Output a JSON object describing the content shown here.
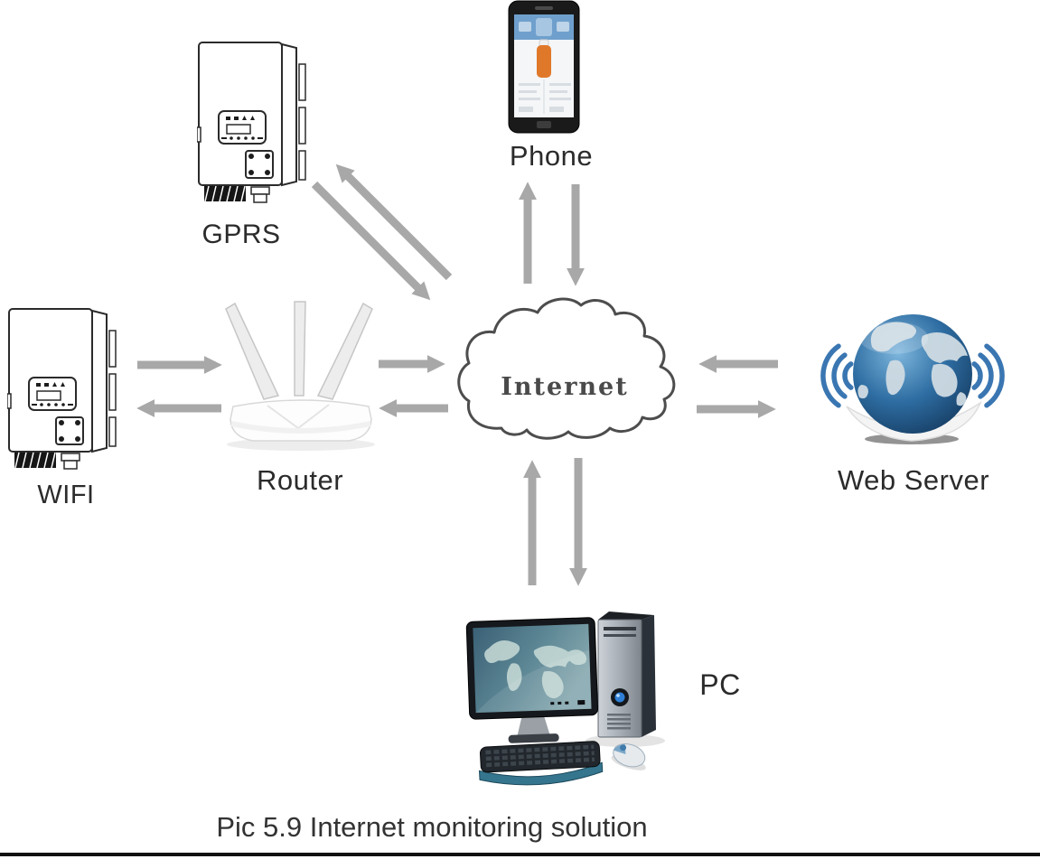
{
  "figure": {
    "caption": "Pic 5.9 Internet monitoring solution"
  },
  "nodes": {
    "gprs": {
      "label": "GPRS",
      "icon": "inverter-line-art-icon"
    },
    "phone": {
      "label": "Phone",
      "icon": "smartphone-icon"
    },
    "wifi": {
      "label": "WIFI",
      "icon": "inverter-line-art-icon"
    },
    "router": {
      "label": "Router",
      "icon": "wireless-router-icon"
    },
    "internet": {
      "label": "Internet",
      "icon": "cloud-outline-icon"
    },
    "web_server": {
      "label": "Web Server",
      "icon": "globe-with-signal-waves-icon"
    },
    "pc": {
      "label": "PC",
      "icon": "desktop-computer-icon"
    }
  },
  "connections": [
    {
      "from": "wifi",
      "to": "router",
      "style": "two parallel one-way arrows"
    },
    {
      "from": "router",
      "to": "internet",
      "style": "two parallel one-way arrows"
    },
    {
      "from": "gprs",
      "to": "internet",
      "style": "two parallel diagonal one-way arrows"
    },
    {
      "from": "phone",
      "to": "internet",
      "style": "two parallel vertical one-way arrows"
    },
    {
      "from": "internet",
      "to": "web_server",
      "style": "two parallel one-way arrows"
    },
    {
      "from": "internet",
      "to": "pc",
      "style": "two parallel vertical one-way arrows"
    }
  ],
  "colors": {
    "arrow_gray": "#a8a8a8",
    "label_text": "#2b2b2b",
    "caption_text": "#333333",
    "cloud_outline": "#4d4d4d",
    "globe_blue": "#2a6496",
    "signal_arc_blue": "#3a76b2",
    "phone_app_orange": "#e0782a",
    "bottom_rule_black": "#111111"
  }
}
